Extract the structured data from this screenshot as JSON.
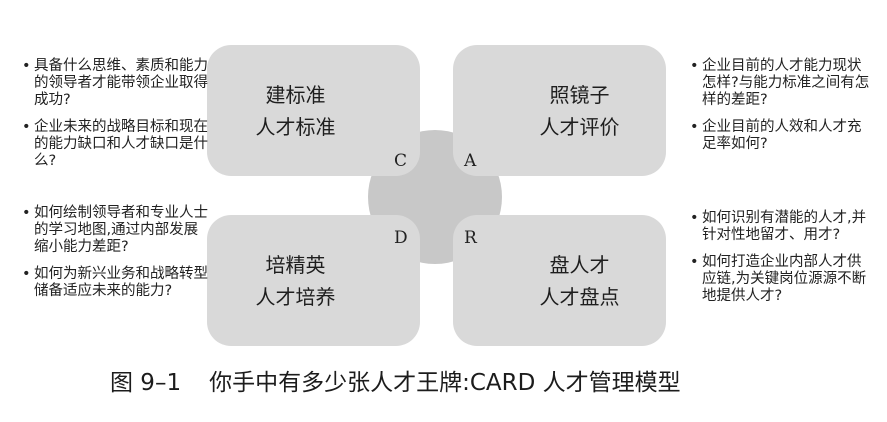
{
  "boxes": {
    "c": {
      "line1": "建标准",
      "line2": "人才标准",
      "letter": "C"
    },
    "a": {
      "line1": "照镜子",
      "line2": "人才评价",
      "letter": "A"
    },
    "d": {
      "line1": "培精英",
      "line2": "人才培养",
      "letter": "D"
    },
    "r": {
      "line1": "盘人才",
      "line2": "人才盘点",
      "letter": "R"
    }
  },
  "left_questions": [
    "具备什么思维、素质和能力的领导者才能带领企业取得成功?",
    "企业未来的战略目标和现在的能力缺口和人才缺口是什么?",
    "如何绘制领导者和专业人士的学习地图,通过内部发展缩小能力差距?",
    "如何为新兴业务和战略转型储备适应未来的能力?"
  ],
  "right_questions": [
    "企业目前的人才能力现状怎样?与能力标准之间有怎样的差距?",
    "企业目前的人效和人才充足率如何?",
    "如何识别有潜能的人才,并针对性地留才、用才?",
    "如何打造企业内部人才供应链,为关键岗位源源不断地提供人才?"
  ],
  "caption": {
    "number": "图 9–1",
    "text": "你手中有多少张人才王牌:CARD 人才管理模型"
  },
  "colors": {
    "box": "#d9d9d9",
    "circle": "#c8c8c8",
    "text": "#222222"
  }
}
